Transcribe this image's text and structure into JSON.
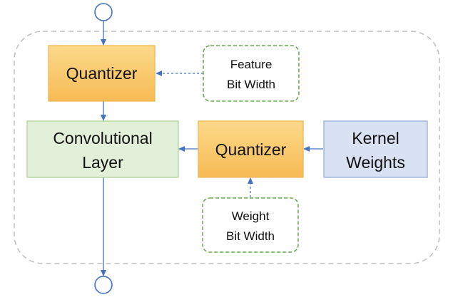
{
  "diagram": {
    "nodes": {
      "quantizer_top": {
        "label": "Quantizer"
      },
      "feature_bit_width": {
        "line1": "Feature",
        "line2": "Bit Width"
      },
      "conv_layer": {
        "line1": "Convolutional",
        "line2": "Layer"
      },
      "quantizer_mid": {
        "label": "Quantizer"
      },
      "kernel_weights": {
        "line1": "Kernel",
        "line2": "Weights"
      },
      "weight_bit_width": {
        "line1": "Weight",
        "line2": "Bit Width"
      }
    },
    "colors": {
      "quantizer_fill": "#fac667",
      "quantizer_stroke": "#f0b34a",
      "conv_fill": "#e2efd9",
      "conv_stroke": "#a9d08e",
      "kernel_fill": "#d9e2f3",
      "kernel_stroke": "#8ea9db",
      "dashed_green": "#6aa84f",
      "container_stroke": "#bfbfbf",
      "arrow": "#4472c4"
    }
  }
}
